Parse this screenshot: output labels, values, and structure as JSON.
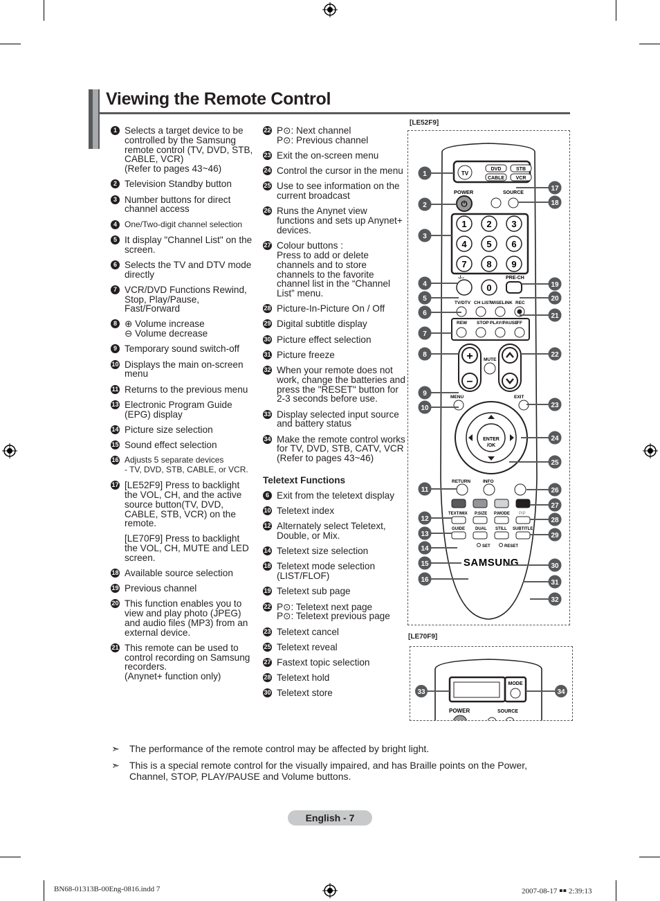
{
  "title": "Viewing the Remote Control",
  "model_labels": {
    "le52": "[LE52F9]",
    "le70": "[LE70F9]"
  },
  "col1": [
    {
      "n": "1",
      "text": "Selects a target device to be controlled by the Samsung remote control (TV, DVD, STB, CABLE, VCR)",
      "extra": "(Refer to pages 43~46)"
    },
    {
      "n": "2",
      "text": "Television Standby button"
    },
    {
      "n": "3",
      "text": "Number buttons for direct channel access"
    },
    {
      "n": "4",
      "text": "One/Two-digit channel selection"
    },
    {
      "n": "5",
      "text": "It display \"Channel List\" on the screen."
    },
    {
      "n": "6",
      "text": "Selects the TV and DTV mode directly"
    },
    {
      "n": "7",
      "text": "VCR/DVD Functions Rewind, Stop, Play/Pause, Fast/Forward"
    },
    {
      "n": "8",
      "text": "⊕ Volume increase",
      "extra": "⊖ Volume decrease"
    },
    {
      "n": "9",
      "text": "Temporary sound switch-off"
    },
    {
      "n": "10",
      "text": "Displays the main on-screen menu"
    },
    {
      "n": "11",
      "text": "Returns to the previous menu"
    },
    {
      "n": "13",
      "text": "Electronic Program Guide (EPG) display"
    },
    {
      "n": "14",
      "text": "Picture size selection"
    },
    {
      "n": "15",
      "text": "Sound effect selection"
    },
    {
      "n": "16",
      "text": "Adjusts 5 separate devices",
      "extra": "- TV, DVD, STB, CABLE, or VCR."
    },
    {
      "n": "17",
      "text": "[LE52F9] Press to backlight the VOL, CH, and the active source button(TV, DVD, CABLE, STB, VCR) on the remote.",
      "extra": "[LE70F9] Press to backlight the VOL, CH, MUTE and LED screen."
    },
    {
      "n": "18",
      "text": "Available source selection"
    },
    {
      "n": "19",
      "text": "Previous channel"
    },
    {
      "n": "20",
      "text": "This function enables you to view and play photo (JPEG) and audio files (MP3) from an external device."
    },
    {
      "n": "21",
      "text": "This remote can be used to control recording on Samsung recorders.",
      "extra": "(Anynet+ function only)"
    }
  ],
  "col2": [
    {
      "n": "22",
      "text": "P⊙: Next channel",
      "extra": "P⊙: Previous channel"
    },
    {
      "n": "23",
      "text": "Exit the on-screen menu"
    },
    {
      "n": "24",
      "text": "Control the cursor in the menu"
    },
    {
      "n": "25",
      "text": "Use to see information on the current broadcast"
    },
    {
      "n": "26",
      "text": "Runs the Anynet view functions and sets up Anynet+ devices."
    },
    {
      "n": "27",
      "text": "Colour buttons :",
      "extra": "Press to add or delete channels and to store channels to the favorite channel list in the “Channel List” menu."
    },
    {
      "n": "28",
      "text": "Picture-In-Picture On / Off"
    },
    {
      "n": "29",
      "text": "Digital subtitle display"
    },
    {
      "n": "30",
      "text": "Picture effect selection"
    },
    {
      "n": "31",
      "text": "Picture freeze"
    },
    {
      "n": "32",
      "text": "When your remote does not work, change the batteries and press the \"RESET\" button for 2-3 seconds before use."
    },
    {
      "n": "33",
      "text": "Display selected input source and battery status"
    },
    {
      "n": "34",
      "text": "Make the remote control works for TV, DVD, STB, CATV, VCR (Refer to pages 43~46)"
    }
  ],
  "teletext_heading": "Teletext Functions",
  "teletext": [
    {
      "n": "6",
      "text": "Exit from the teletext display"
    },
    {
      "n": "10",
      "text": "Teletext index"
    },
    {
      "n": "12",
      "text": "Alternately select Teletext, Double, or Mix."
    },
    {
      "n": "14",
      "text": "Teletext size selection"
    },
    {
      "n": "18",
      "text": "Teletext mode selection (LIST/FLOF)"
    },
    {
      "n": "19",
      "text": "Teletext sub page"
    },
    {
      "n": "22",
      "text": "P⊙: Teletext next page",
      "extra": "P⊙: Teletext previous page"
    },
    {
      "n": "23",
      "text": "Teletext cancel"
    },
    {
      "n": "25",
      "text": "Teletext reveal"
    },
    {
      "n": "27",
      "text": "Fastext topic selection"
    },
    {
      "n": "28",
      "text": "Teletext hold"
    },
    {
      "n": "30",
      "text": "Teletext store"
    }
  ],
  "notes": [
    "The performance of the remote control may be affected by bright light.",
    "This is a special remote control for the visually impaired, and has Braille points on the Power, Channel, STOP, PLAY/PAUSE and Volume buttons."
  ],
  "note_arrow": "➣",
  "footer": "English - 7",
  "slug_left": "BN68-01313B-00Eng-0816.indd   7",
  "slug_right": "2007-08-17   ￭￭ 2:39:13",
  "remote": {
    "tv": "TV",
    "dvd": "DVD",
    "stb": "STB",
    "cable": "CABLE",
    "vcr": "VCR",
    "power": "POWER",
    "source": "SOURCE",
    "digits": [
      "1",
      "2",
      "3",
      "4",
      "5",
      "6",
      "7",
      "8",
      "9"
    ],
    "zero": "0",
    "dash": "-/--",
    "prech": "PRE-CH",
    "tvdtv": "TV/DTV",
    "chlist": "CH LIST",
    "wiselink": "WISELINK",
    "rec": "REC",
    "rew": "REW",
    "stop": "STOP",
    "playpause": "PLAY/PAUSE",
    "ff": "FF",
    "mute": "MUTE",
    "menu": "MENU",
    "exit": "EXIT",
    "enter": "ENTER",
    "ok": "/OK",
    "return": "RETURN",
    "info": "INFO",
    "textmix": "TEXT/MIX",
    "psize": "P.SIZE",
    "pmode": "P.MODE",
    "pip": "PIP",
    "guide": "GUIDE",
    "dual": "DUAL",
    "still": "STILL",
    "subtitle": "SUBTITLE",
    "set": "SET",
    "reset": "RESET",
    "brand": "SAMSUNG",
    "mode": "MODE",
    "callouts_left": [
      "1",
      "2",
      "3",
      "4",
      "5",
      "6",
      "7",
      "8",
      "9",
      "10",
      "11",
      "12",
      "13",
      "14",
      "15",
      "16"
    ],
    "callouts_right": [
      "17",
      "18",
      "19",
      "20",
      "21",
      "22",
      "23",
      "24",
      "25",
      "26",
      "27",
      "28",
      "29",
      "30",
      "31",
      "32"
    ],
    "callout33": "33",
    "callout34": "34"
  }
}
